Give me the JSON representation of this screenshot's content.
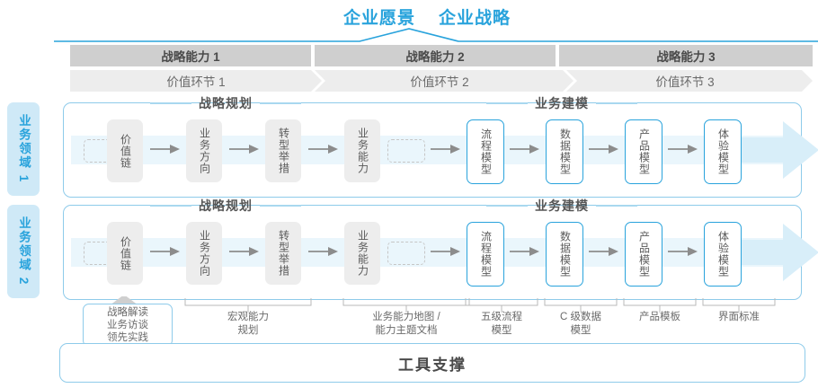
{
  "header": {
    "titles": [
      "企业愿景",
      "企业战略"
    ],
    "accent_color": "#29a3dc"
  },
  "capabilities": [
    {
      "label": "战略能力 1"
    },
    {
      "label": "战略能力 2"
    },
    {
      "label": "战略能力 3"
    }
  ],
  "value_links": [
    {
      "label": "价值环节 1"
    },
    {
      "label": "价值环节 2"
    },
    {
      "label": "价值环节 3"
    }
  ],
  "domains": [
    {
      "side_label": "业务领域 1",
      "sections": [
        {
          "title": "战略规划"
        },
        {
          "title": "业务建模"
        }
      ],
      "nodes": [
        {
          "label": "价值链",
          "style": "gray"
        },
        {
          "label": "业务方向",
          "style": "gray"
        },
        {
          "label": "转型举措",
          "style": "gray"
        },
        {
          "label": "业务能力",
          "style": "gray"
        },
        {
          "label": "流程模型",
          "style": "blue"
        },
        {
          "label": "数据模型",
          "style": "blue"
        },
        {
          "label": "产品模型",
          "style": "blue"
        },
        {
          "label": "体验模型",
          "style": "blue"
        }
      ]
    },
    {
      "side_label": "业务领域 2",
      "sections": [
        {
          "title": "战略规划"
        },
        {
          "title": "业务建模"
        }
      ],
      "nodes": [
        {
          "label": "价值链",
          "style": "gray"
        },
        {
          "label": "业务方向",
          "style": "gray"
        },
        {
          "label": "转型举措",
          "style": "gray"
        },
        {
          "label": "业务能力",
          "style": "gray"
        },
        {
          "label": "流程模型",
          "style": "blue"
        },
        {
          "label": "数据模型",
          "style": "blue"
        },
        {
          "label": "产品模型",
          "style": "blue"
        },
        {
          "label": "体验模型",
          "style": "blue"
        }
      ]
    }
  ],
  "tool_labels": {
    "boxed": [
      "战略解读",
      "业务访谈",
      "领先实践"
    ],
    "items": [
      {
        "line1": "宏观能力",
        "line2": "规划"
      },
      {
        "line1": "业务能力地图 /",
        "line2": "能力主题文档"
      },
      {
        "line1": "五级流程",
        "line2": "模型"
      },
      {
        "line1": "C 级数据",
        "line2": "模型"
      },
      {
        "line1": "产品模板",
        "line2": ""
      },
      {
        "line1": "界面标准",
        "line2": ""
      }
    ]
  },
  "footer": {
    "title": "工具支撑"
  }
}
